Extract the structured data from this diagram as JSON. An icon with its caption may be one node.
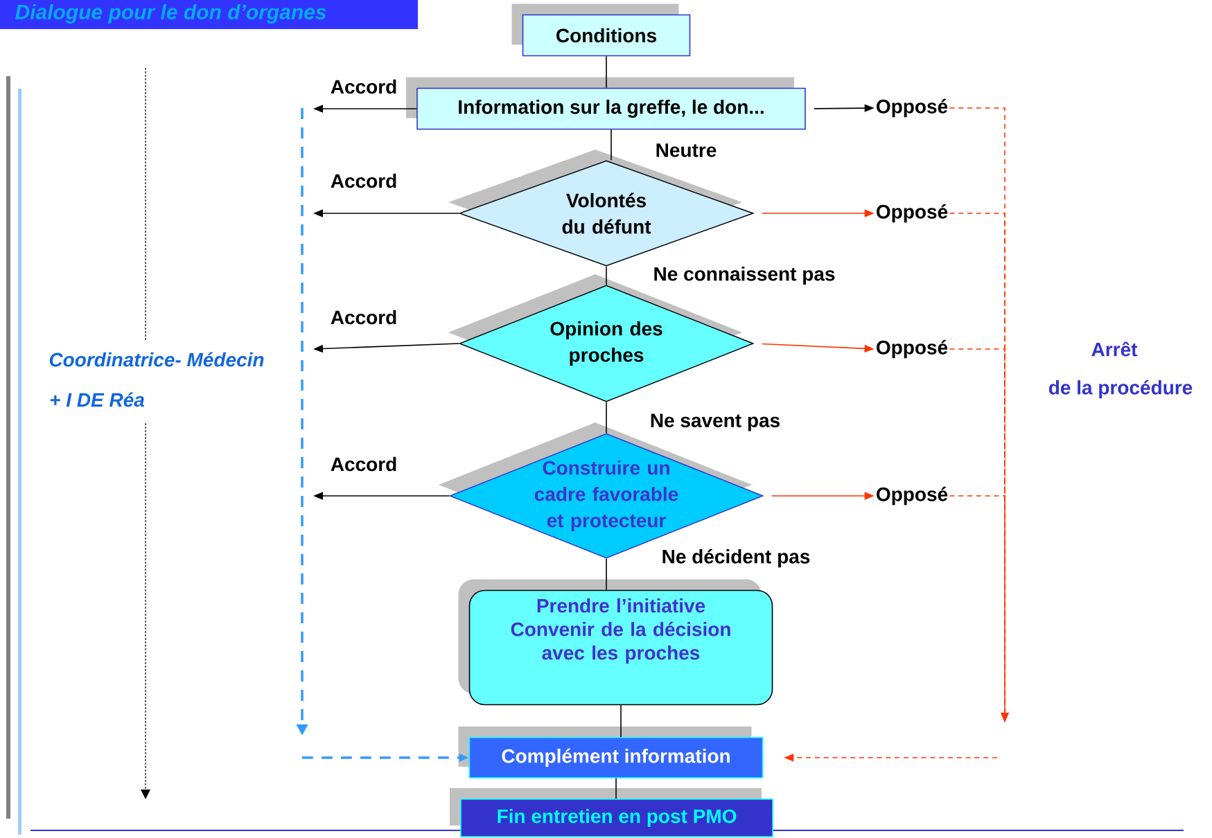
{
  "diagram": {
    "title": "Dialogue pour le don d’organes",
    "nodes": [
      {
        "text": [
          "Conditions"
        ]
      },
      {
        "text": [
          "Information sur la greffe, le don..."
        ]
      },
      {
        "text": [
          "Volontés du défunt"
        ]
      },
      {
        "text": [
          "Opinion des proches"
        ]
      },
      {
        "text": [
          "Construire un cadre favorable et protecteur"
        ]
      },
      {
        "text": [
          "Prendre l’initiative",
          "Convenir de la décision avec les proches"
        ]
      },
      {
        "text": [
          "Complément information"
        ]
      },
      {
        "text": [
          "Fin entretien en post PMO"
        ]
      },
      {
        "text": [
          "Opposé"
        ]
      },
      {
        "text": [
          "Opposé"
        ]
      },
      {
        "text": [
          "Opposé"
        ]
      },
      {
        "text": [
          "Opposé"
        ]
      }
    ],
    "edges": [
      {
        "from": 0,
        "to": 1,
        "arrow": "none"
      },
      {
        "from": 1,
        "to": 2,
        "arrow": "none",
        "label": "Neutre"
      },
      {
        "from": 2,
        "to": 3,
        "arrow": "none",
        "label": "Ne connaissent pas"
      },
      {
        "from": 3,
        "to": 4,
        "arrow": "none",
        "label": "Ne savent pas"
      },
      {
        "from": 4,
        "to": 5,
        "arrow": "none",
        "label": "Ne décident pas"
      },
      {
        "from": 5,
        "to": 6,
        "arrow": "none"
      },
      {
        "from": 6,
        "to": 7,
        "arrow": "none"
      },
      {
        "from": 1,
        "to": null,
        "arrow": "to",
        "label": "Accord"
      },
      {
        "from": 2,
        "to": null,
        "arrow": "to",
        "label": "Accord"
      },
      {
        "from": 3,
        "to": null,
        "arrow": "to",
        "label": "Accord"
      },
      {
        "from": 4,
        "to": null,
        "arrow": "to",
        "label": "Accord"
      },
      {
        "from": 1,
        "to": 8,
        "arrow": "to"
      },
      {
        "from": 2,
        "to": 9,
        "arrow": "to",
        "color": "#ff3300"
      },
      {
        "from": 3,
        "to": 10,
        "arrow": "to",
        "color": "#ff3300"
      },
      {
        "from": 4,
        "to": 11,
        "arrow": "to",
        "color": "#ff3300"
      },
      {
        "from": 8,
        "to": null,
        "arrow": "to",
        "style": "dashed",
        "color": "#ff3300"
      },
      {
        "from": 9,
        "to": null,
        "arrow": "to",
        "style": "dashed",
        "color": "#ff3300"
      },
      {
        "from": 10,
        "to": null,
        "arrow": "to",
        "style": "dashed",
        "color": "#ff3300"
      },
      {
        "from": 11,
        "to": null,
        "arrow": "to",
        "style": "dashed",
        "color": "#ff3300"
      },
      {
        "from": null,
        "to": 6,
        "arrow": "to",
        "style": "dashed",
        "color": "#ff3300"
      },
      {
        "from": null,
        "to": 6,
        "arrow": "to",
        "style": "dashed",
        "color": "#3399ff"
      }
    ],
    "labels": [
      "Coordinatrice- Médecin",
      "+ I DE Réa",
      "Arrêt",
      "de la procédure"
    ]
  }
}
